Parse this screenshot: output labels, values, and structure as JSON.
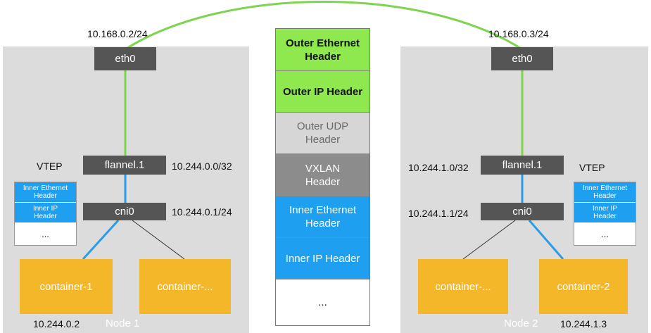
{
  "left_node": {
    "eth_ip": "10.168.0.2/24",
    "eth": "eth0",
    "vtep": "VTEP",
    "flannel": "flannel.1",
    "flannel_ip": "10.244.0.0/32",
    "cni": "cni0",
    "cni_ip": "10.244.0.1/24",
    "mini": {
      "eth": "Inner Ethernet Header",
      "ip": "Inner IP Header",
      "dots": "..."
    },
    "container_a": "container-1",
    "container_b": "container-...",
    "container_ip": "10.244.0.2",
    "node_label": "Node 1"
  },
  "right_node": {
    "eth_ip": "10.168.0.3/24",
    "eth": "eth0",
    "vtep": "VTEP",
    "flannel": "flannel.1",
    "flannel_ip": "10.244.1.0/32",
    "cni": "cni0",
    "cni_ip": "10.244.1.1/24",
    "mini": {
      "eth": "Inner Ethernet Header",
      "ip": "Inner IP Header",
      "dots": "..."
    },
    "container_a": "container-...",
    "container_b": "container-2",
    "container_ip": "10.244.1.3",
    "node_label": "Node 2"
  },
  "packet": {
    "outer_eth": "Outer Ethernet Header",
    "outer_ip": "Outer IP Header",
    "outer_udp": "Outer UDP Header",
    "vxlan": "VXLAN Header",
    "inner_eth": "Inner Ethernet Header",
    "inner_ip": "Inner IP Header",
    "dots": "..."
  },
  "colors": {
    "link_green": "#7ed34f",
    "link_blue": "#2a9ce8",
    "container_orange": "#f4b72a",
    "node_gray": "#dcdcdc"
  }
}
